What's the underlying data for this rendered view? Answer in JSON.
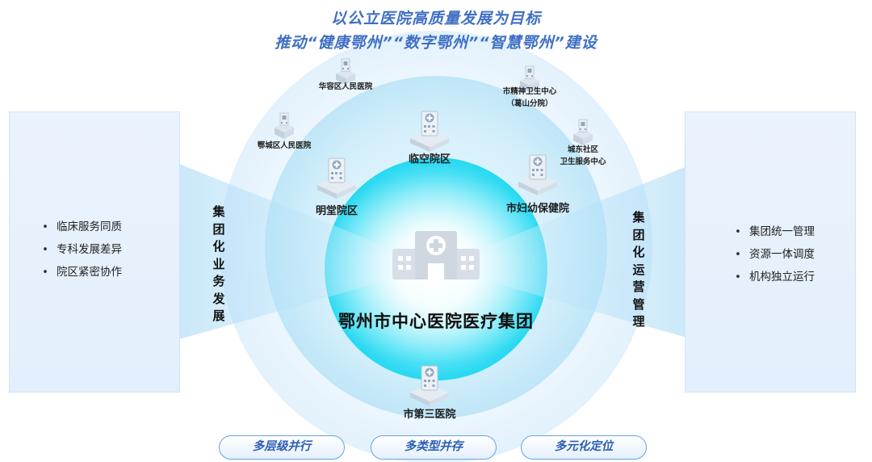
{
  "header": {
    "line1": "以公立医院高质量发展为目标",
    "line2": "推动“健康鄂州”“数字鄂州”“智慧鄂州”建设"
  },
  "center": {
    "name": "鄂州市中心医院医疗集团"
  },
  "inner_hospitals": {
    "linkong": "临空院区",
    "mingtang": "明堂院区",
    "fuyou": "市妇幼保健院",
    "disan": "市第三医院"
  },
  "outer_hospitals": {
    "huarong": "华容区人民医院",
    "echeng": "鄂城区人民医院",
    "jingshen_line1": "市精神卫生中心",
    "jingshen_line2": "（葛山分院）",
    "chengdong_line1": "城东社区",
    "chengdong_line2": "卫生服务中心"
  },
  "left_panel": {
    "heading": "集团化业务发展",
    "items": [
      "临床服务同质",
      "专科发展差异",
      "院区紧密协作"
    ]
  },
  "right_panel": {
    "heading": "集团化运营管理",
    "items": [
      "集团统一管理",
      "资源一体调度",
      "机构独立运行"
    ]
  },
  "footer": {
    "pills": [
      "多层级并行",
      "多类型并存",
      "多元化定位"
    ]
  },
  "colors": {
    "title": "#3f6fc4",
    "core_cyan": "#28dcf3",
    "mid_ring": "#cdeefb",
    "outer_ring": "#eaf5fd",
    "panel": "#e6f1fc",
    "pill_border": "#6aa2e0"
  },
  "icons": {
    "center": "hospital-building-icon",
    "ring": "small-hospital-isometric-icon"
  }
}
